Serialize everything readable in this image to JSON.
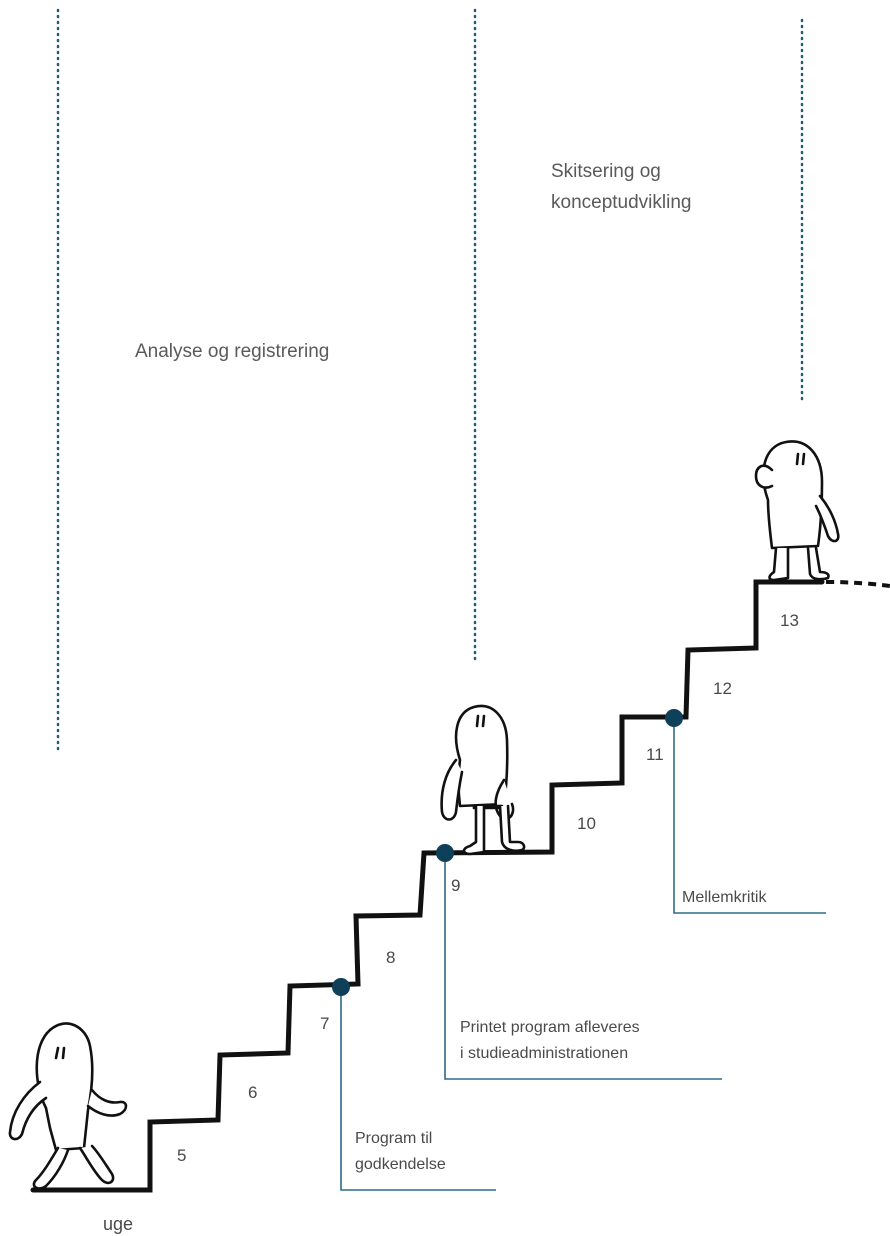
{
  "phases": [
    {
      "label": [
        "Analyse og registrering"
      ]
    },
    {
      "label": [
        "Skitsering og",
        "konceptudvikling"
      ]
    }
  ],
  "axis_label": "uge",
  "weeks": [
    "5",
    "6",
    "7",
    "8",
    "9",
    "10",
    "11",
    "12",
    "13"
  ],
  "milestones": [
    {
      "lines": [
        "Program til",
        "godkendelse"
      ]
    },
    {
      "lines": [
        "Printet program afleveres",
        "i studieadministrationen"
      ]
    },
    {
      "lines": [
        "Mellemkritik"
      ]
    }
  ],
  "colors": {
    "stair": "#111111",
    "milestone_dot": "#0f4059",
    "milestone_line": "#2f6b86",
    "divider_dots": "#1e5e78",
    "text": "#4a4a4a"
  }
}
